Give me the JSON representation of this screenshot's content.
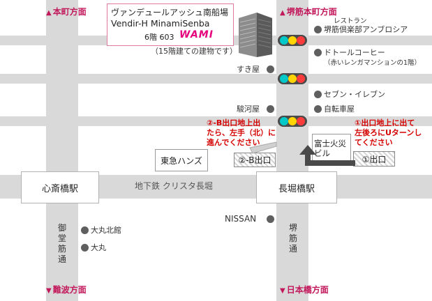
{
  "directions": {
    "top_left": "本町方面",
    "top_right": "堺筋本町方面",
    "bottom_left": "難波方面",
    "bottom_right": "日本橋方面",
    "arrow_up": "▲",
    "arrow_down": "▼"
  },
  "building": {
    "name_ja": "ヴァンデュールアッシュ南船場",
    "name_en": "Vendir-H MinamiSenba",
    "floor": "6階 603",
    "brand": "WAMI",
    "note": "（15階建ての建物です）"
  },
  "landmarks": {
    "restaurant_caption": "レストラン",
    "restaurant": "堺筋倶楽部アンブロシア",
    "doutor": "ドトールコーヒー",
    "doutor_note": "（赤いレンガマンションの1階）",
    "sukiya": "すき屋",
    "seven": "セブン・イレブン",
    "surugaya": "駿河屋",
    "bicycle": "自転車屋",
    "tokyu": "東急ハンズ",
    "fuji": "富士火災\nビル",
    "nissan": "NISSAN",
    "daimaru_north": "大丸北館",
    "daimaru": "大丸"
  },
  "stations": {
    "shinsaibashi": "心斎橋駅",
    "nagahoribashi": "長堀橋駅",
    "subway_line": "地下鉄 クリスタ長堀"
  },
  "exits": {
    "exit1": "①出口",
    "exit2b": "②-B出口"
  },
  "instructions": {
    "exit1": "①出口地上に出て\n左後ろにUターンし\nてください",
    "exit2b": "②-B出口地上出\nたら、左手（北）に\n進んでください"
  },
  "streets": {
    "midosuji": "御堂筋通",
    "sakaisuji": "堺筋通"
  },
  "colors": {
    "road": "#d9d9d9",
    "direction": "#c2185b",
    "instruction": "#d50000",
    "landmark_dot": "#5f5f5f",
    "signal_green": "#00c8c8",
    "signal_yellow": "#ffd400",
    "signal_red": "#ff3b3b",
    "building_border": "#e07a9a",
    "brand": "#e6007e"
  }
}
